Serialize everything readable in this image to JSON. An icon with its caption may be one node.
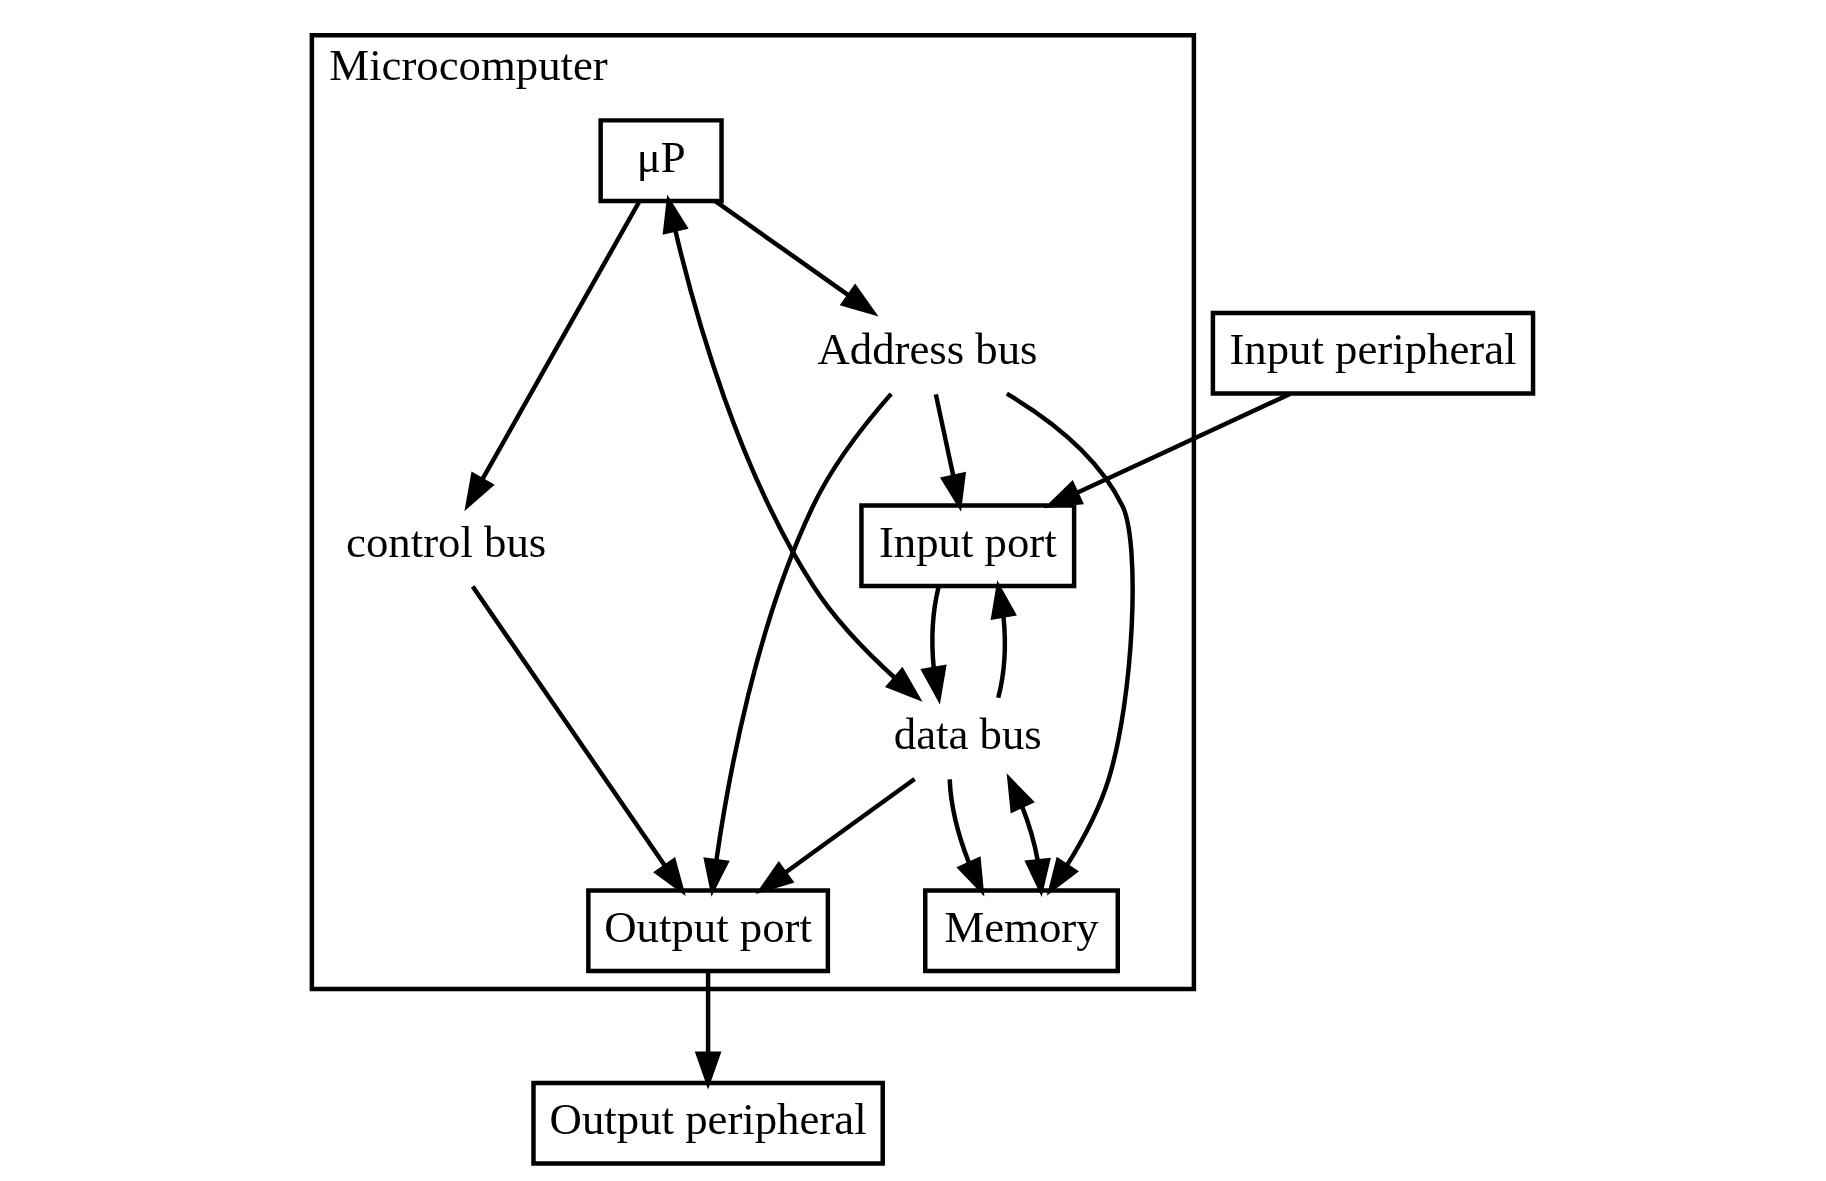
{
  "diagram": {
    "nodes": [
      {
        "text": [
          "Microcomputer"
        ]
      },
      {
        "text": [
          "Input peripheral"
        ]
      },
      {
        "text": [
          "Input port"
        ],
        "in": 0
      },
      {
        "text": [
          "μP"
        ],
        "in": 0
      },
      {
        "text": [
          "Memory"
        ],
        "in": 0
      },
      {
        "text": [
          "Output port"
        ],
        "in": 0
      },
      {
        "text": [
          "Output peripheral"
        ]
      },
      {
        "text": [
          "Address bus"
        ],
        "in": 0
      },
      {
        "text": [
          "data bus"
        ],
        "in": 0
      },
      {
        "text": [
          "control bus"
        ],
        "in": 0
      }
    ],
    "edges": [
      {
        "from": 1,
        "to": 2,
        "arrow": "to"
      },
      {
        "from": 5,
        "to": 6,
        "arrow": "to"
      },
      {
        "from": 3,
        "to": 7,
        "arrow": "to"
      },
      {
        "from": 7,
        "to": 2,
        "arrow": "to"
      },
      {
        "from": 7,
        "to": 4,
        "arrow": "to"
      },
      {
        "from": 7,
        "to": 5,
        "arrow": "to"
      },
      {
        "from": 2,
        "to": 8,
        "arrow": "to"
      },
      {
        "from": 8,
        "to": 2,
        "arrow": "to"
      },
      {
        "from": 3,
        "to": 8,
        "arrow": "both"
      },
      {
        "from": 4,
        "to": 8,
        "arrow": "both"
      },
      {
        "from": 8,
        "to": 4,
        "arrow": "to"
      },
      {
        "from": 8,
        "to": 5,
        "arrow": "to"
      },
      {
        "from": 3,
        "to": 9,
        "arrow": "to"
      },
      {
        "from": 9,
        "to": 5,
        "arrow": "to"
      }
    ]
  }
}
